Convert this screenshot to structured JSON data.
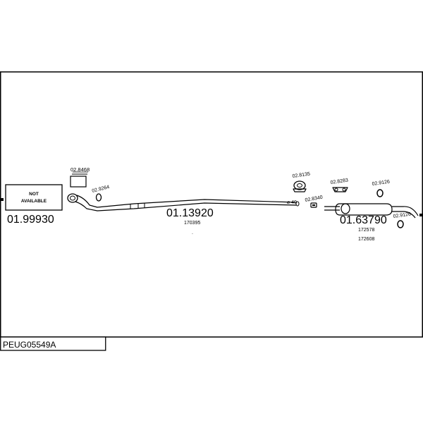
{
  "diagram": {
    "code": "PEUG05549A",
    "not_available": {
      "line1": "NOT",
      "line2": "AVAILABLE",
      "part_number": "01.99930"
    },
    "front_pipe": {
      "part_number": "01.13920",
      "sub_number": "170395",
      "gasket_ref": "02.8468",
      "clamp_ref": "02.9264",
      "dot": "."
    },
    "mid_section": {
      "diameter_label": "⌀ 40",
      "ring_ref": "02.8135",
      "clamp_ref": "02.8340"
    },
    "rear_silencer": {
      "part_number": "01.63790",
      "sub_numbers": [
        "172578",
        "172608"
      ],
      "hanger_ref": "02.8283",
      "rubber_ref_upper": "02.9126",
      "rubber_ref_lower": "02.9126"
    }
  }
}
